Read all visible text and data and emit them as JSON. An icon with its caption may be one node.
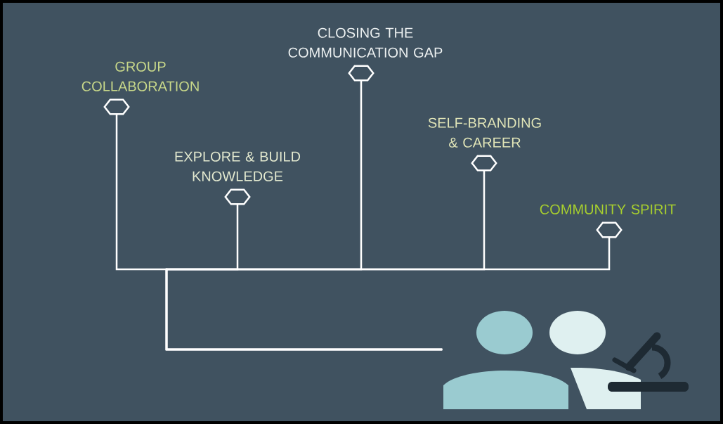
{
  "diagram": {
    "nodes": [
      {
        "text": [
          "GROUP COLLABORATION"
        ]
      },
      {
        "text": [
          "EXPLORE & BUILD KNOWLEDGE"
        ]
      },
      {
        "text": [
          "CLOSING THE COMMUNICATION GAP"
        ]
      },
      {
        "text": [
          "SELF-BRANDING & CAREER"
        ]
      },
      {
        "text": [
          "COMMUNITY SPIRIT"
        ]
      },
      {
        "text": [],
        "shape": "person"
      }
    ],
    "edges": [
      {
        "from": 5,
        "to": 0,
        "arrow": "none"
      },
      {
        "from": 5,
        "to": 1,
        "arrow": "none"
      },
      {
        "from": 5,
        "to": 2,
        "arrow": "none"
      },
      {
        "from": 5,
        "to": 3,
        "arrow": "none"
      },
      {
        "from": 5,
        "to": 4,
        "arrow": "none"
      }
    ]
  }
}
